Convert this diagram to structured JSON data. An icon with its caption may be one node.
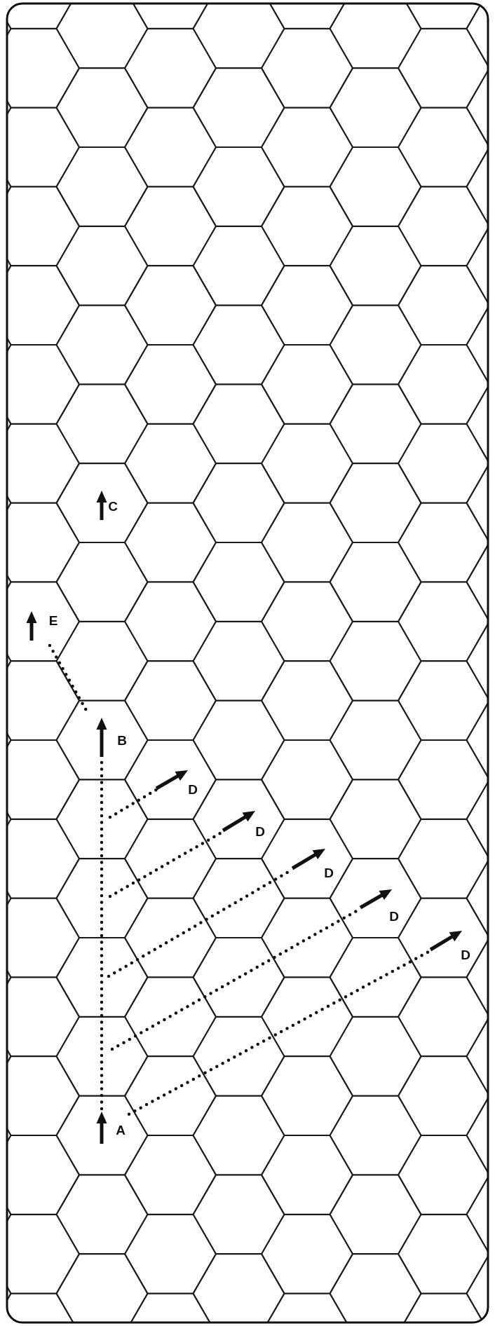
{
  "diagram": {
    "nodes": [
      {
        "text": [
          "C"
        ]
      },
      {
        "text": [
          "E"
        ]
      },
      {
        "text": [
          "B"
        ]
      },
      {
        "text": [
          "D"
        ]
      },
      {
        "text": [
          "D"
        ]
      },
      {
        "text": [
          "D"
        ]
      },
      {
        "text": [
          "D"
        ]
      },
      {
        "text": [
          "D"
        ]
      },
      {
        "text": [
          "A"
        ]
      }
    ],
    "edges": [
      {
        "from": 8,
        "to": 2,
        "arrow": "none",
        "style": "dashed"
      },
      {
        "from": 2,
        "to": 1,
        "arrow": "none",
        "style": "dashed"
      },
      {
        "from": null,
        "to": 3,
        "arrow": "none",
        "style": "dashed"
      },
      {
        "from": null,
        "to": 4,
        "arrow": "none",
        "style": "dashed"
      },
      {
        "from": null,
        "to": 5,
        "arrow": "none",
        "style": "dashed"
      },
      {
        "from": null,
        "to": 6,
        "arrow": "none",
        "style": "dashed"
      },
      {
        "from": 8,
        "to": 7,
        "arrow": "none",
        "style": "dashed"
      }
    ]
  }
}
